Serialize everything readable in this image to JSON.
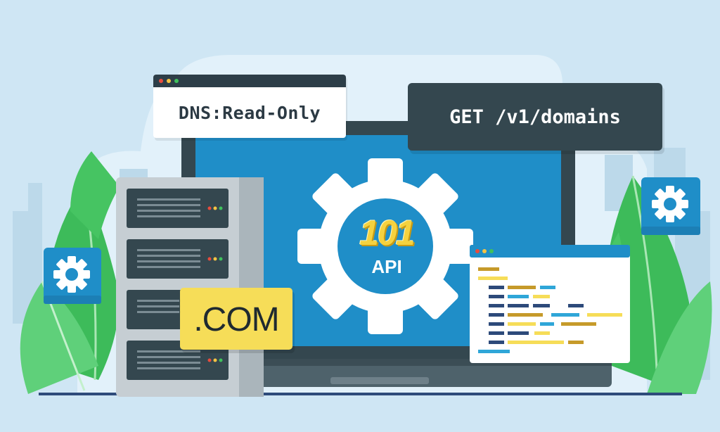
{
  "cards": {
    "permission": "DNS:Read-Only",
    "endpoint": "GET /v1/domains",
    "tld": ".COM"
  },
  "gear_badge": {
    "number": "101",
    "label": "API"
  },
  "icons": [
    "gear-icon",
    "server-rack",
    "code-window",
    "browser-window",
    "leaf-plant",
    "laptop"
  ],
  "colors": {
    "background": "#cfe6f4",
    "screen": "#1f8ec8",
    "gear": "#ffffff",
    "gear_center": "#1f8ec8",
    "yellow": "#f6dd58",
    "dark": "#34474f",
    "leaf": "#3fc15c",
    "server": "#c6ced3"
  }
}
